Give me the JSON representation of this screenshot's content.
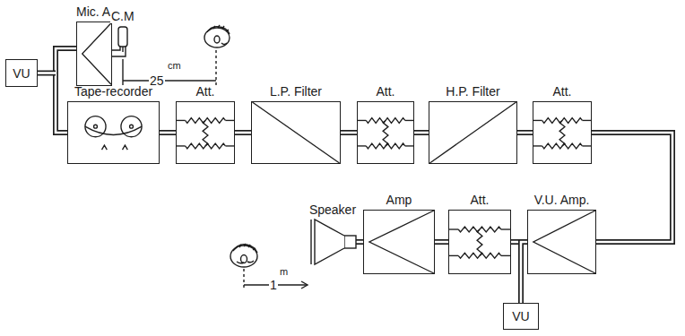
{
  "diagram": {
    "nodes": [
      {
        "text": [
          "Mic. Amp."
        ]
      },
      {
        "text": [
          "VU"
        ]
      },
      {
        "text": [
          "Tape-recorder"
        ]
      },
      {
        "text": [
          "Att."
        ]
      },
      {
        "text": [
          "L.P. Filter"
        ]
      },
      {
        "text": [
          "Att."
        ]
      },
      {
        "text": [
          "H.P. Filter"
        ]
      },
      {
        "text": [
          "Att."
        ]
      },
      {
        "text": [
          "Speaker"
        ]
      },
      {
        "text": [
          "Amp"
        ]
      },
      {
        "text": [
          "Att."
        ]
      },
      {
        "text": [
          "V.U. Amp."
        ]
      },
      {
        "text": [
          "VU"
        ]
      }
    ],
    "edges": [
      {
        "from": 0,
        "to": 2,
        "arrow": "none"
      },
      {
        "from": 1,
        "to": 2,
        "arrow": "none"
      },
      {
        "from": 2,
        "to": 3,
        "arrow": "none"
      },
      {
        "from": 3,
        "to": 4,
        "arrow": "none"
      },
      {
        "from": 4,
        "to": 5,
        "arrow": "none"
      },
      {
        "from": 5,
        "to": 6,
        "arrow": "none"
      },
      {
        "from": 6,
        "to": 7,
        "arrow": "none"
      },
      {
        "from": 7,
        "to": 11,
        "arrow": "none"
      },
      {
        "from": 11,
        "to": 10,
        "arrow": "none"
      },
      {
        "from": 10,
        "to": 9,
        "arrow": "none"
      },
      {
        "from": 9,
        "to": 8,
        "arrow": "none"
      },
      {
        "from": 11,
        "to": 12,
        "arrow": "none"
      }
    ],
    "labels": [
      "C.M",
      "25",
      "cm",
      "1",
      "m"
    ]
  }
}
